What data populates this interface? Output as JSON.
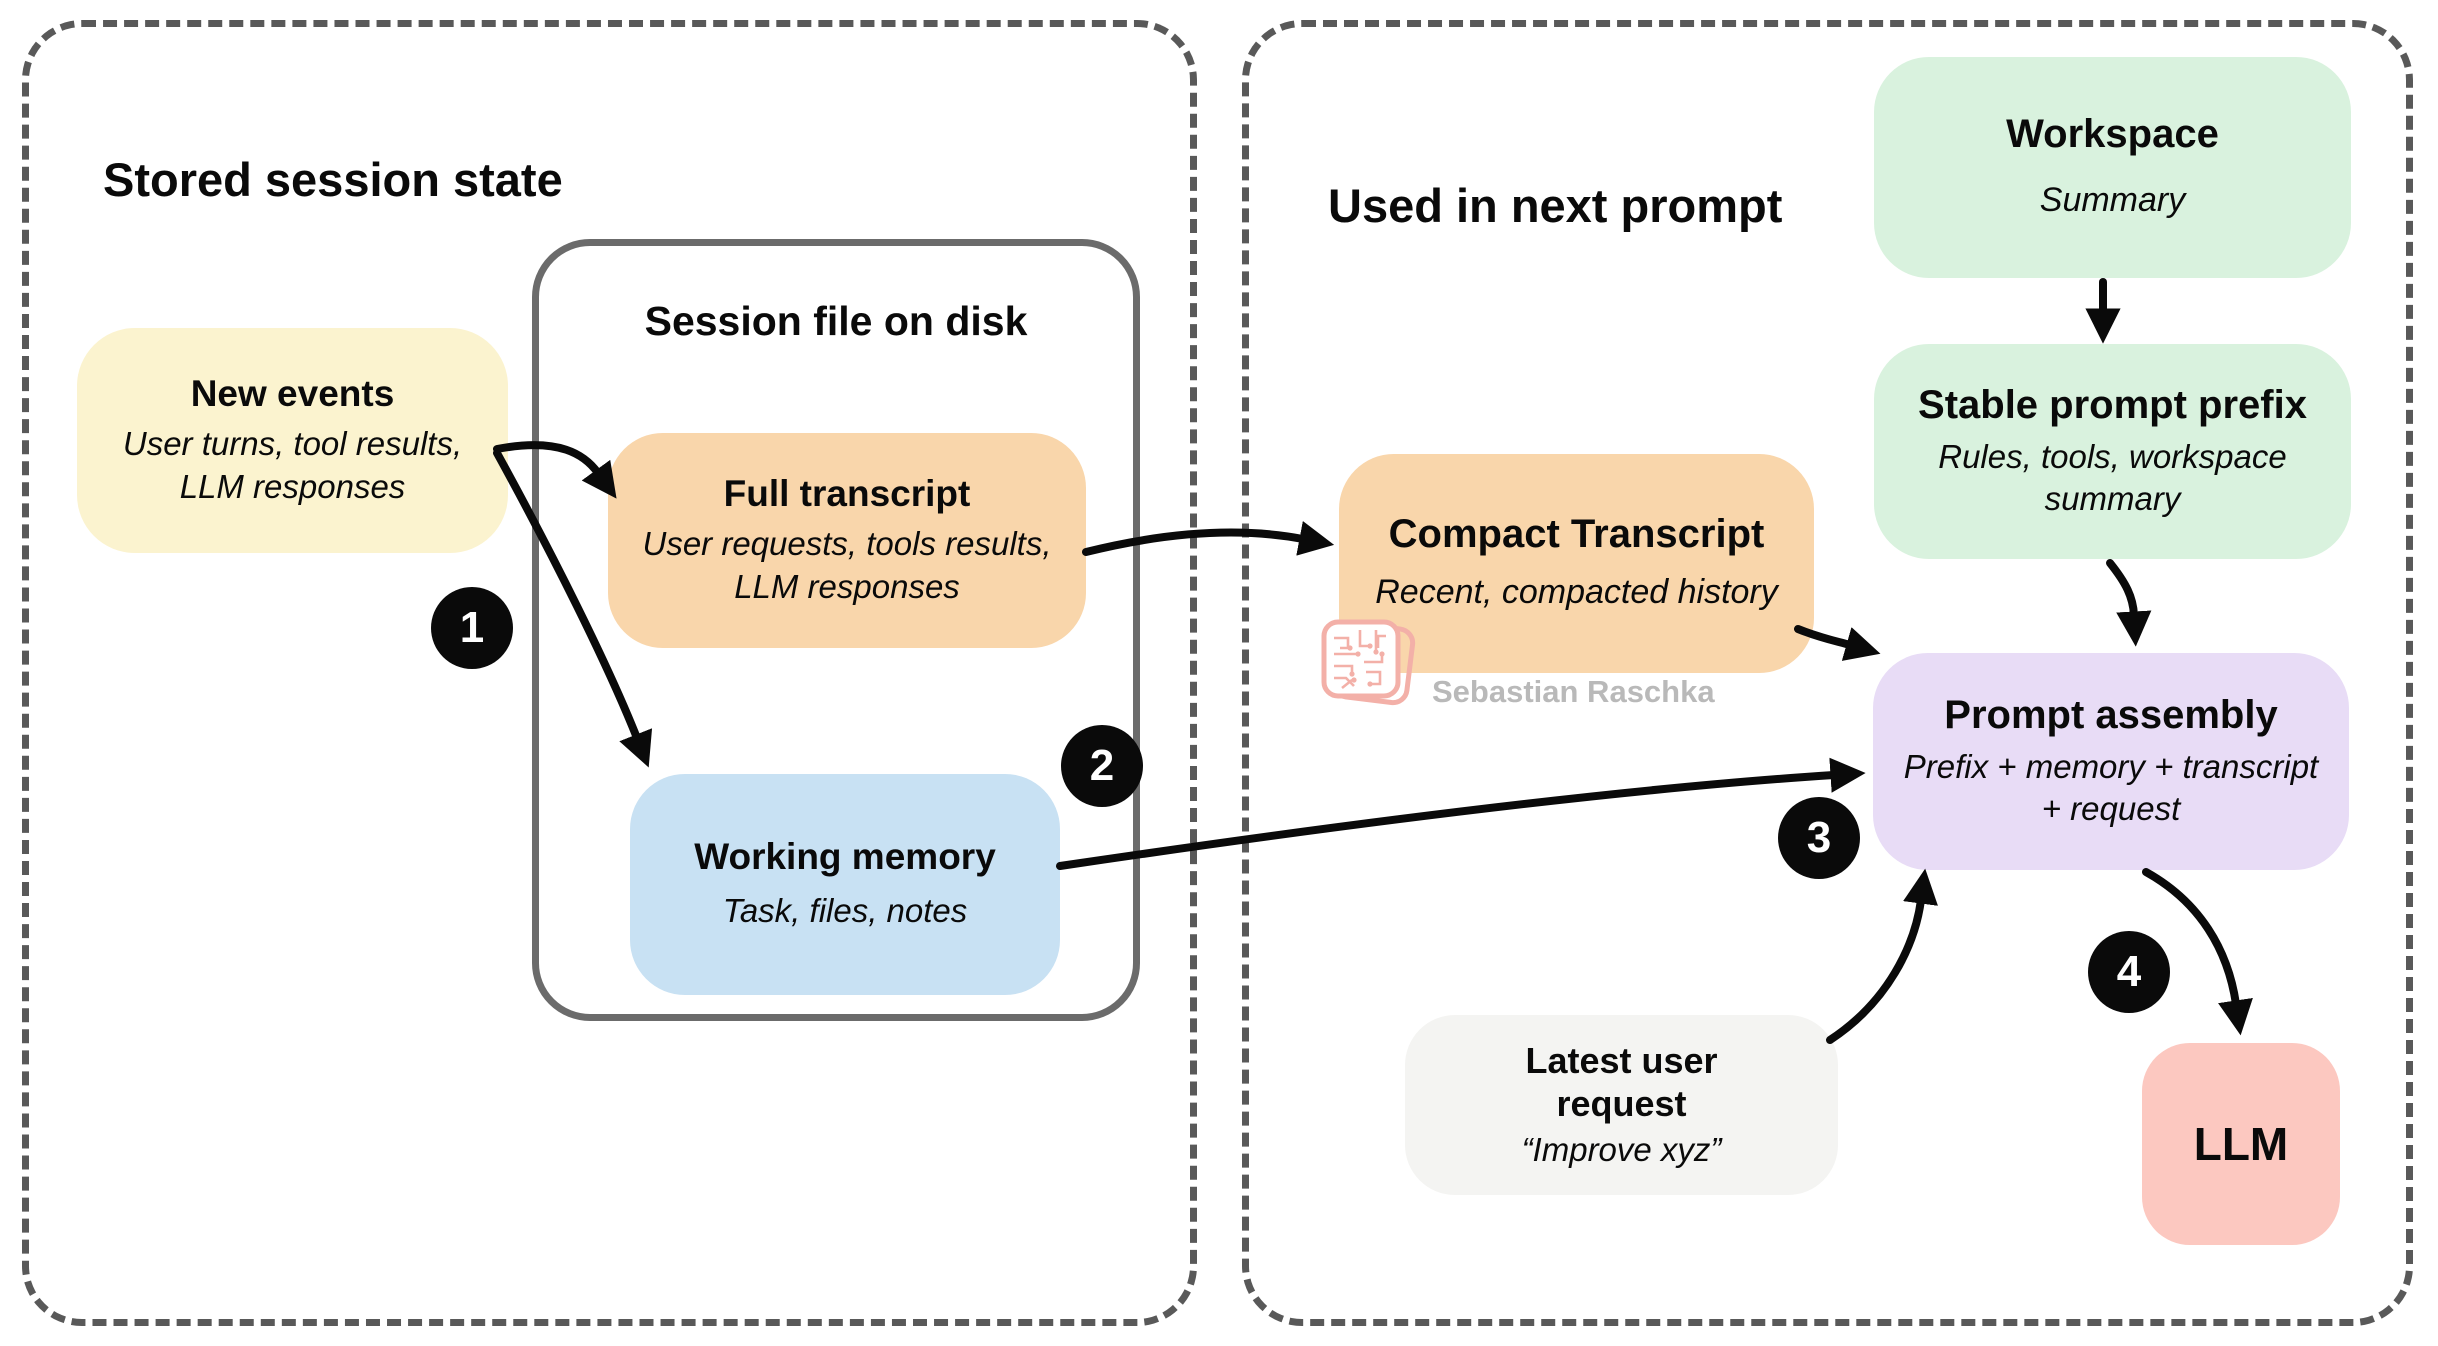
{
  "left_panel": {
    "title": "Stored session state",
    "new_events": {
      "title": "New events",
      "subtitle": "User turns, tool results, LLM responses"
    },
    "session_file": {
      "title": "Session file on disk",
      "full_transcript": {
        "title": "Full transcript",
        "subtitle": "User requests, tools results, LLM responses"
      },
      "working_memory": {
        "title": "Working memory",
        "subtitle": "Task, files, notes"
      }
    }
  },
  "right_panel": {
    "title": "Used in next prompt",
    "workspace": {
      "title": "Workspace",
      "subtitle": "Summary"
    },
    "stable_prompt_prefix": {
      "title": "Stable prompt prefix",
      "subtitle": "Rules, tools, workspace summary"
    },
    "compact_transcript": {
      "title": "Compact Transcript",
      "subtitle": "Recent, compacted history"
    },
    "prompt_assembly": {
      "title": "Prompt assembly",
      "subtitle": "Prefix + memory + transcript + request"
    },
    "latest_user_request": {
      "title": "Latest user request",
      "subtitle": "“Improve xyz”"
    },
    "llm": {
      "title": "LLM"
    }
  },
  "badges": {
    "step1": "1",
    "step2": "2",
    "step3": "3",
    "step4": "4"
  },
  "watermark": {
    "author": "Sebastian Raschka"
  },
  "colors": {
    "panel_border": "#595959",
    "session_border": "#6b6b6b",
    "yellow": "#fbf3cf",
    "orange": "#f9d6ab",
    "blue": "#c8e1f3",
    "green": "#d9f2de",
    "purple": "#e8dcf6",
    "gray": "#f4f4f2",
    "salmon": "#fcc8c0",
    "arrow": "#0a0a0a",
    "badge_bg": "#0a0a0a",
    "watermark_text": "#b9b9b9",
    "watermark_logo": "#f3b0a8"
  }
}
